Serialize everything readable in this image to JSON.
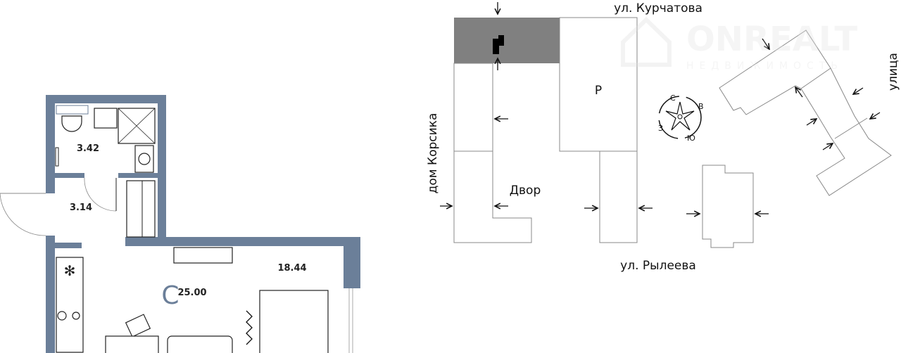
{
  "colors": {
    "wall": "#6b7f99",
    "courtyard_block": "#808080",
    "outline": "#888888"
  },
  "floor_plan": {
    "rooms": [
      {
        "name": "bathroom",
        "area": "3.42"
      },
      {
        "name": "hallway",
        "area": "3.14"
      },
      {
        "name": "room",
        "area": "18.44"
      },
      {
        "name": "studio",
        "area": "25.00",
        "marker": "C"
      }
    ]
  },
  "site_plan": {
    "street_top": "ул. Курчатова",
    "street_bottom": "ул. Рылеева",
    "street_right": "улица",
    "left_building": "дом Корсика",
    "courtyard": "Двор",
    "parking": "Р",
    "compass": {
      "north": "С",
      "east": "В",
      "south": "Ю",
      "west": "З"
    }
  },
  "watermark": {
    "brand": "ONREALT",
    "subtitle": "НЕДВИЖИМОСТЬ"
  }
}
